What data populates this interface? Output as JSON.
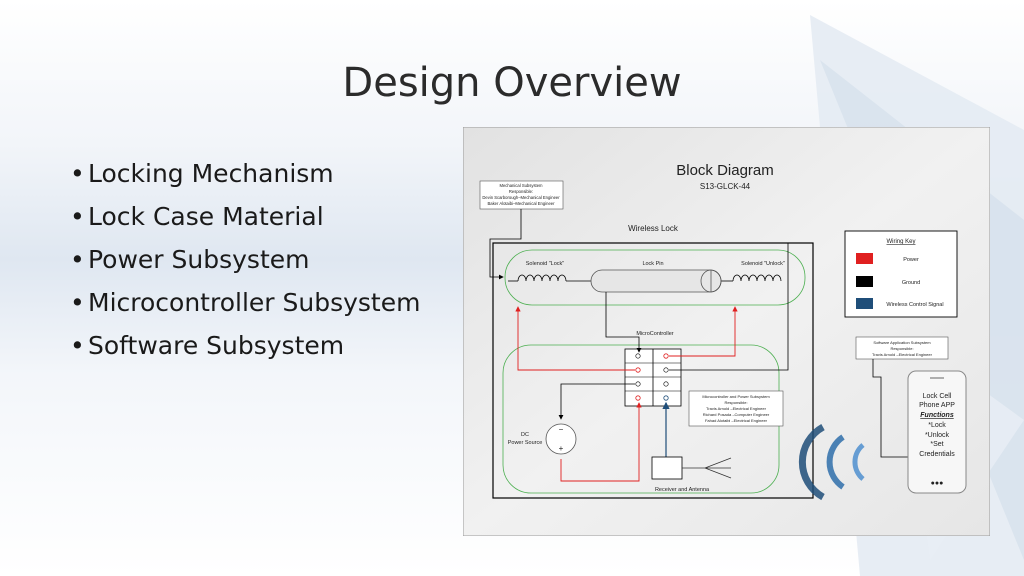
{
  "slide": {
    "title": "Design Overview",
    "bullets": [
      "Locking Mechanism",
      "Lock Case Material",
      "Power Subsystem",
      "Microcontroller Subsystem",
      "Software Subsystem"
    ]
  },
  "diagram": {
    "title": "Block Diagram",
    "subtitle": "S13-GLCK-44",
    "mech_box": [
      "Mechanical Subsystem",
      "Responsible:",
      "Devin Scarborough–Mechanical Engineer",
      "Baker Alotaibi–Mechanical Engineer"
    ],
    "wireless_lock": "Wireless Lock",
    "solenoid_lock": "Solenoid \"Lock\"",
    "lock_pin": "Lock Pin",
    "solenoid_unlock": "Solenoid \"Unlock\"",
    "microcontroller": "MicroController",
    "dc_label": "DC",
    "power_source": "Power Source",
    "receiver": "Receiver and Antenna",
    "micro_box": [
      "Microcontroller and Power Subsystem",
      "Responsible:",
      "Travis Arnold –Electrical Engineer",
      "Richard Posada –Computer Engineer",
      "Fahad Alotaibi –Electrical Engineer"
    ],
    "software_box": [
      "Software Application Subsystem",
      "Responsible:",
      "Travis Arnold –Electrical Engineer"
    ],
    "wiring_key": {
      "title": "Wiring Key",
      "items": [
        {
          "label": "Power",
          "color": "#e02020"
        },
        {
          "label": "Ground",
          "color": "#000000"
        },
        {
          "label": "Wireless Control Signal",
          "color": "#1f4e79"
        }
      ]
    },
    "phone": [
      "Lock Cell",
      "Phone APP",
      "Functions",
      "*Lock",
      "*Unlock",
      "*Set",
      "Credentials"
    ],
    "phone_dots": "●●●"
  }
}
